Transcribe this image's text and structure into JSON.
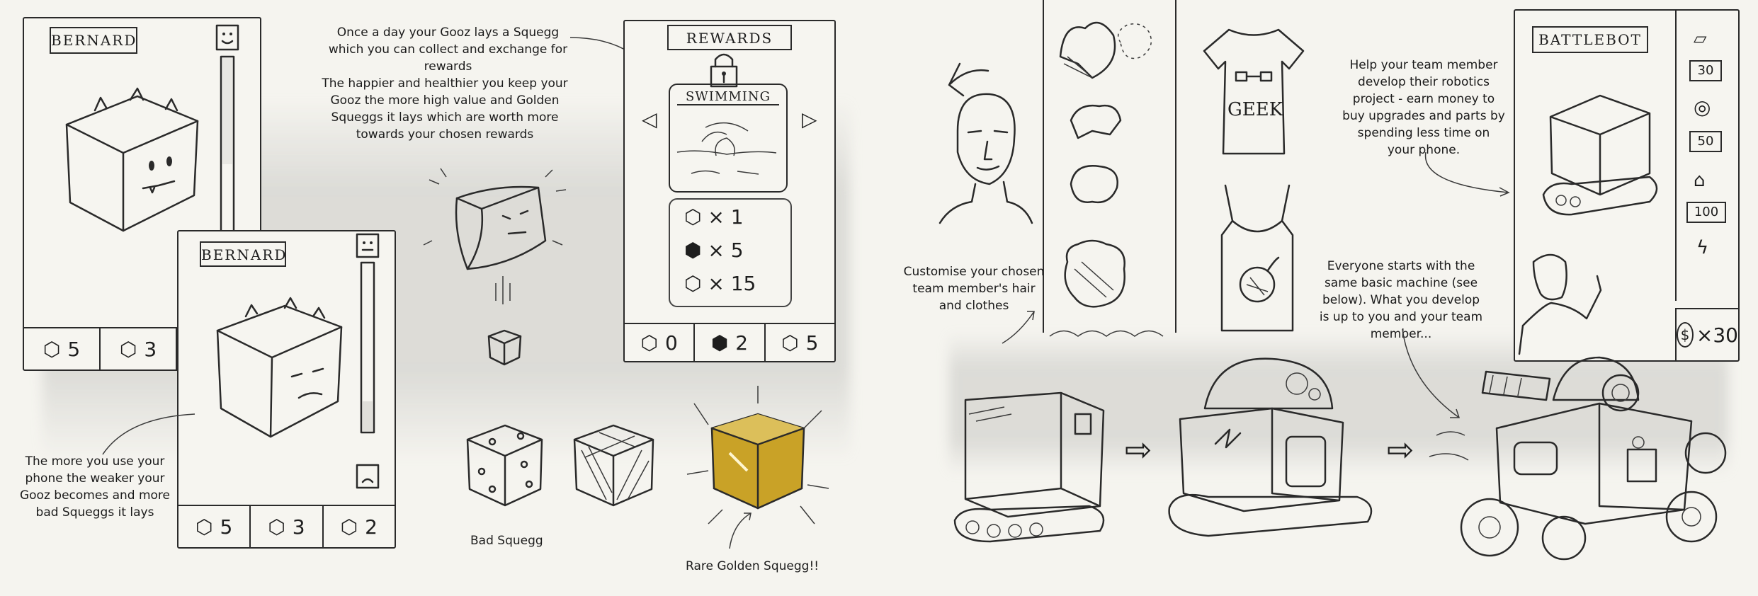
{
  "captions": {
    "daily_squegg": "Once a day your Gooz lays a Squegg which you can collect and exchange for rewards",
    "happier": "The happier and healthier you keep your Gooz the more high value and Golden Squeggs it lays which are worth more towards your chosen rewards",
    "phone_usage": "The more you use your phone the weaker your Gooz becomes and more bad Squeggs it lays",
    "bad_squegg": "Bad Squegg",
    "golden_squegg": "Rare Golden Squegg!!",
    "customise": "Customise your chosen team member's hair and clothes",
    "help_team": "Help your team member develop their robotics project - earn money to buy upgrades and parts by spending less time on your phone.",
    "everyone_starts": "Everyone starts with the same basic machine (see below). What you develop is up to you and your team member..."
  },
  "phone_happy": {
    "title": "BERNARD",
    "counts": [
      "5",
      "3"
    ]
  },
  "phone_sad": {
    "title": "BERNARD",
    "counts": [
      "5",
      "3",
      "2"
    ]
  },
  "rewards_phone": {
    "title": "REWARDS",
    "reward_name": "SWIMMING",
    "costs": [
      "× 1",
      "× 5",
      "× 15"
    ],
    "counts": [
      "0",
      "2",
      "5"
    ]
  },
  "clothes": {
    "tshirt_text": "GEEK"
  },
  "battlebot_phone": {
    "title": "BATTLEBOT",
    "part_prices": [
      "30",
      "50",
      "100"
    ],
    "money": "×30"
  },
  "colors": {
    "paper": "#f5f4ef",
    "ink": "#2a2a2a",
    "gold": "#c9a227"
  }
}
